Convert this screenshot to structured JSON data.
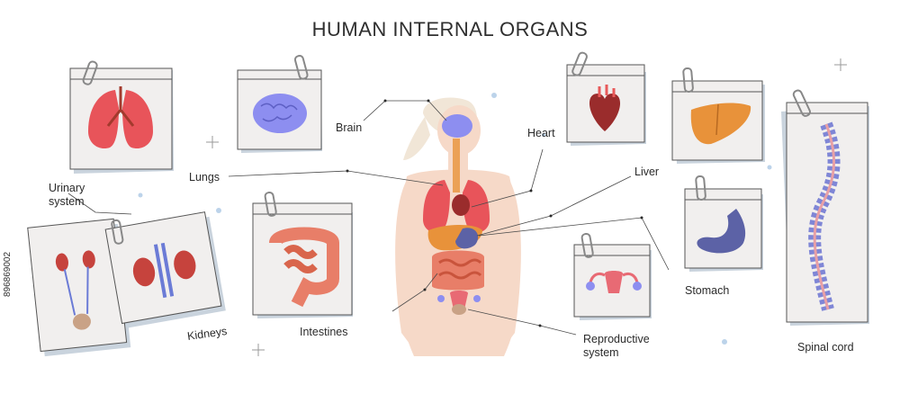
{
  "title": "HUMAN INTERNAL ORGANS",
  "labels": {
    "brain": "Brain",
    "heart": "Heart",
    "lungs": "Lungs",
    "liver": "Liver",
    "urinary": "Urinary system",
    "stomach": "Stomach",
    "kidneys": "Kidneys",
    "intestines": "Intestines",
    "reproductive": "Reproductive system",
    "spinal": "Spinal cord"
  },
  "stock_id": "896869002",
  "colors": {
    "skin": "#f6d9c8",
    "card": "#f1efee",
    "card_shadow": "#b8c3cf",
    "lung": "#e8545a",
    "brain": "#8d8ef0",
    "heart": "#9a2c2c",
    "liver": "#e8923a",
    "stomach": "#5c62a6",
    "intestine": "#e87e68",
    "kidney": "#c6433d",
    "spine": "#7f86d6",
    "leader_line": "#4a4a4a"
  }
}
